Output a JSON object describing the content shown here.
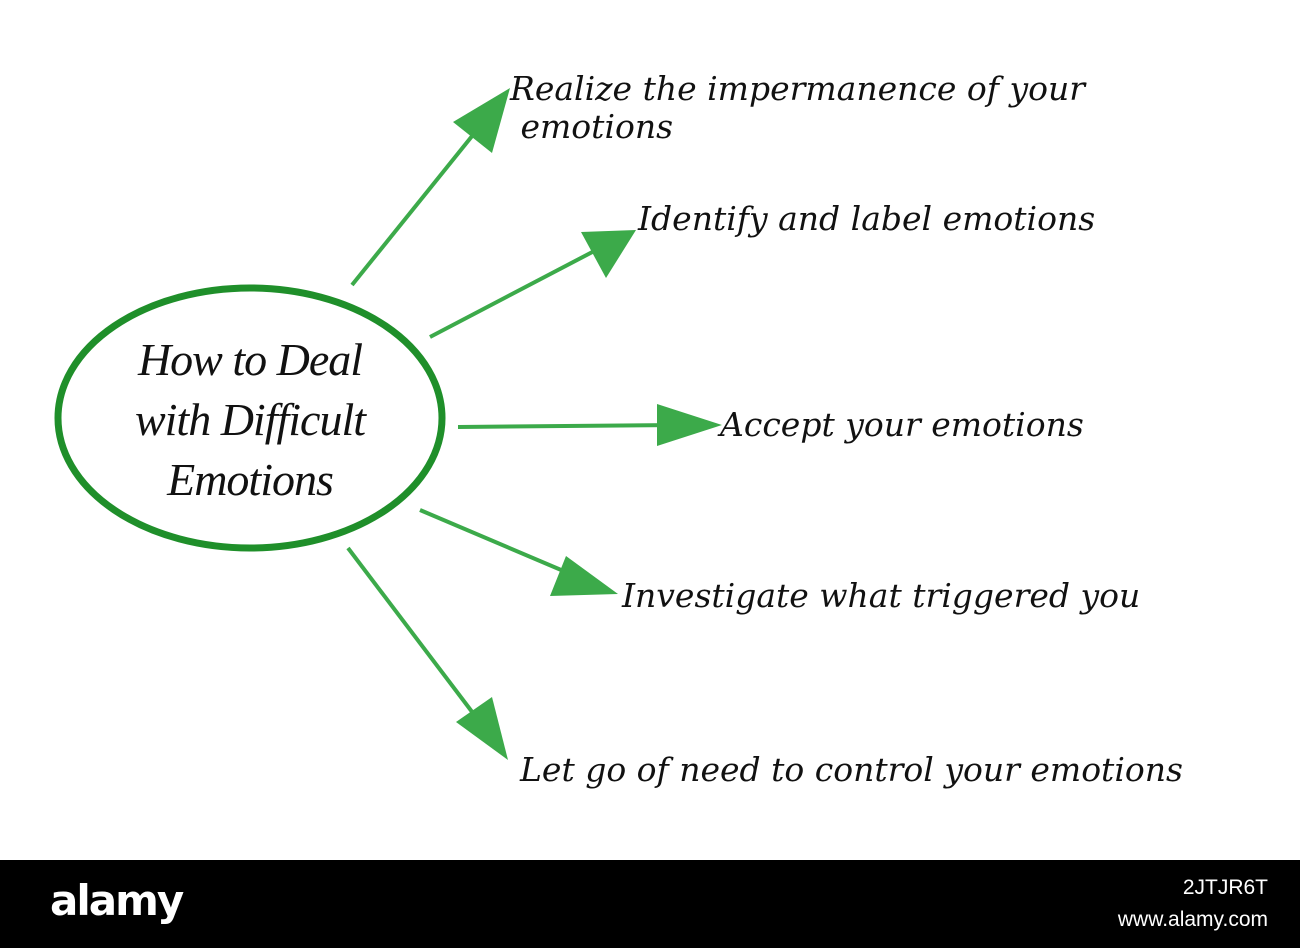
{
  "center": {
    "lines": [
      "How to Deal",
      "with Difficult",
      "Emotions"
    ]
  },
  "items": [
    {
      "lines": [
        "Realize the impermanence of your",
        " emotions"
      ]
    },
    {
      "lines": [
        "Identify and label emotions"
      ]
    },
    {
      "lines": [
        "Accept your emotions"
      ]
    },
    {
      "lines": [
        "Investigate what triggered you"
      ]
    },
    {
      "lines": [
        "Let go of need to control your emotions"
      ]
    }
  ],
  "colors": {
    "ellipse": "#1f8f2a",
    "arrow": "#3caa4a",
    "text": "#111111",
    "footer_bg": "#000000"
  },
  "footer": {
    "brand": "alamy",
    "image_id": "2JTJR6T",
    "site": "www.alamy.com"
  }
}
